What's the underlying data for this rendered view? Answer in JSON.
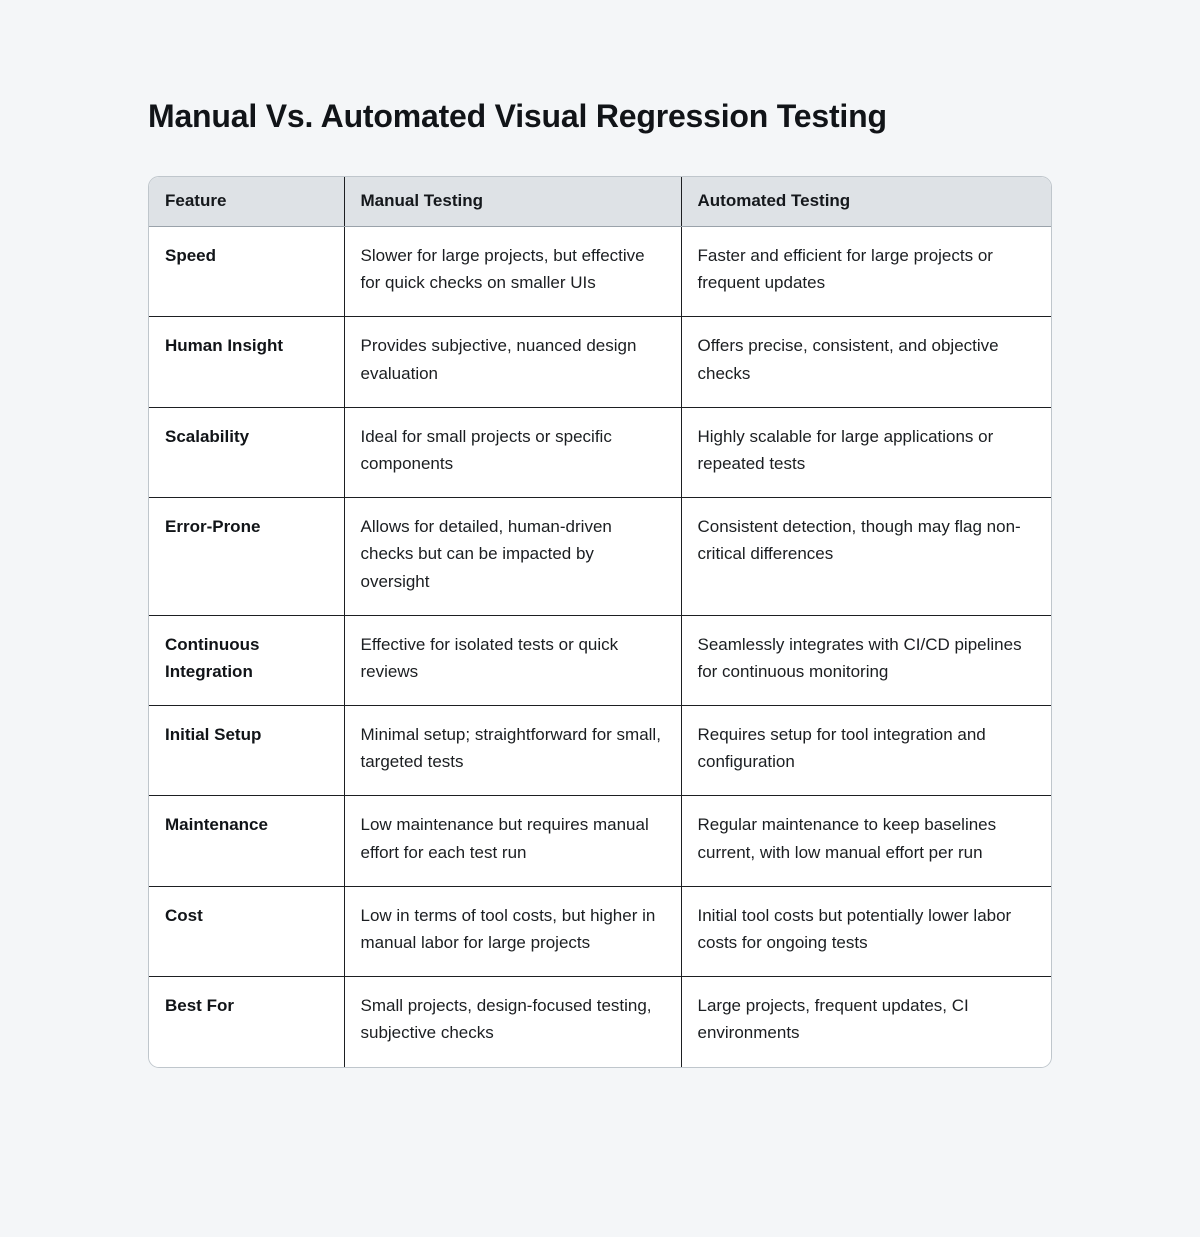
{
  "page": {
    "title": "Manual Vs. Automated Visual Regression Testing",
    "background_color": "#f4f6f8"
  },
  "table": {
    "header_background": "#dee2e6",
    "border_color": "#1d1f22",
    "columns": [
      {
        "key": "feature",
        "label": "Feature"
      },
      {
        "key": "manual",
        "label": "Manual Testing"
      },
      {
        "key": "automated",
        "label": "Automated Testing"
      }
    ],
    "rows": [
      {
        "feature": "Speed",
        "manual": "Slower for large projects, but effective for quick checks on smaller UIs",
        "automated": "Faster and efficient for large projects or frequent updates"
      },
      {
        "feature": "Human Insight",
        "manual": "Provides subjective, nuanced design evaluation",
        "automated": "Offers precise, consistent, and objective checks"
      },
      {
        "feature": "Scalability",
        "manual": "Ideal for small projects or specific components",
        "automated": "Highly scalable for large applications or repeated tests"
      },
      {
        "feature": "Error-Prone",
        "manual": "Allows for detailed, human-driven checks but can be impacted by oversight",
        "automated": "Consistent detection, though may flag non-critical differences"
      },
      {
        "feature": "Continuous Integration",
        "manual": "Effective for isolated tests or quick reviews",
        "automated": "Seamlessly integrates with CI/CD pipelines for continuous monitoring"
      },
      {
        "feature": "Initial Setup",
        "manual": "Minimal setup; straightforward for small, targeted tests",
        "automated": "Requires setup for tool integration and configuration"
      },
      {
        "feature": "Maintenance",
        "manual": "Low maintenance but requires manual effort for each test run",
        "automated": "Regular maintenance to keep baselines current, with low manual effort per run"
      },
      {
        "feature": "Cost",
        "manual": "Low in terms of tool costs, but higher in manual labor for large projects",
        "automated": "Initial tool costs but potentially lower labor costs for ongoing tests"
      },
      {
        "feature": "Best For",
        "manual": "Small projects, design-focused testing, subjective checks",
        "automated": "Large projects, frequent updates, CI environments"
      }
    ]
  }
}
